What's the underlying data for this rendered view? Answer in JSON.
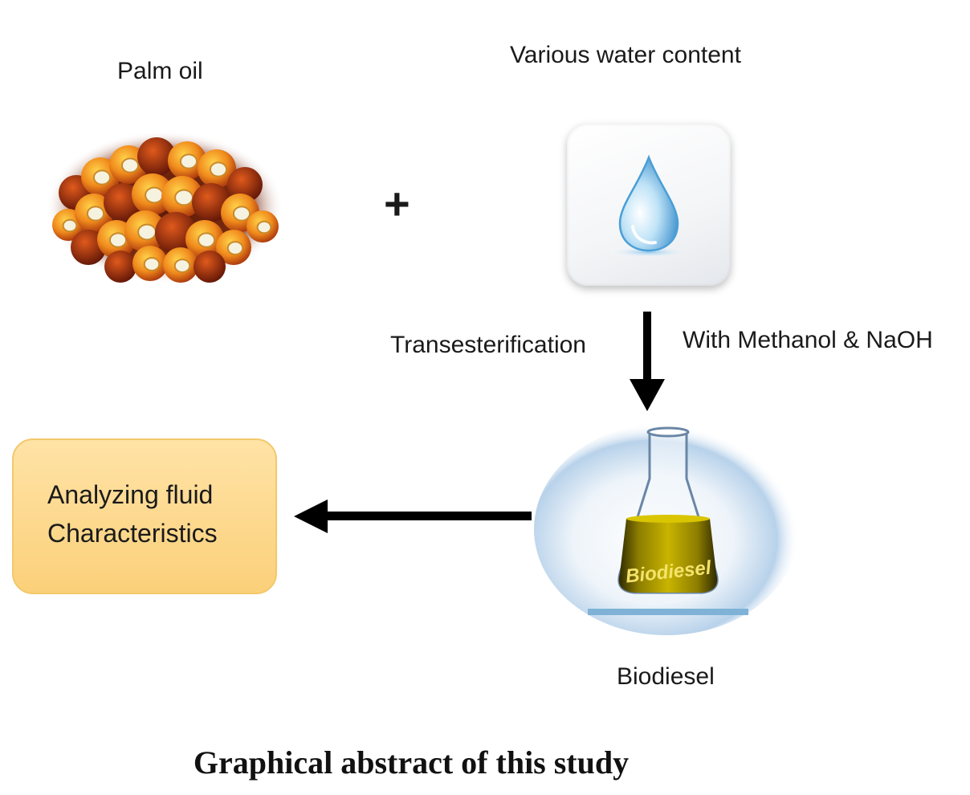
{
  "labels": {
    "palm_oil": "Palm oil",
    "water": "Various water content",
    "plus": "+",
    "process": "Transesterification",
    "reagents": "With Methanol & NaOH",
    "product": "Biodiesel"
  },
  "analysis_box": {
    "line1": "Analyzing fluid",
    "line2": "Characteristics"
  },
  "flask_label": "Biodiesel",
  "caption": "Graphical abstract of this study",
  "colors": {
    "arrow": "#000000",
    "analysis_fill": "#fbd07a",
    "water_drop": "#4a9fd6",
    "biodiesel_liquid": "#b8a300"
  },
  "icons": [
    "palm-fruit-image",
    "water-drop-icon",
    "flask-icon"
  ]
}
